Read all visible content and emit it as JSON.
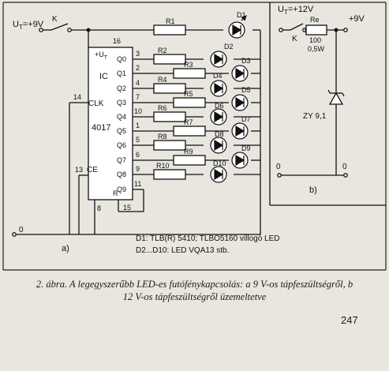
{
  "schematic_a": {
    "supply_label": "U",
    "supply_sub": "T",
    "supply_value": "=+9V",
    "switch_label": "K",
    "ic_supply_label": "+U",
    "ic_supply_sub": "T",
    "ic_label": "IC",
    "ic_part": "4017",
    "clk_label": "CLK",
    "ce_label": "CE",
    "reset_label": "R",
    "pins": {
      "vdd": "16",
      "q0": "3",
      "q1": "2",
      "q2": "4",
      "q3": "7",
      "q4": "10",
      "q5": "1",
      "q6": "5",
      "q7": "6",
      "q8": "9",
      "q9": "11",
      "clk": "14",
      "ce": "13",
      "gnd": "8",
      "reset": "15"
    },
    "outputs": [
      "Q0",
      "Q1",
      "Q2",
      "Q3",
      "Q4",
      "Q5",
      "Q6",
      "Q7",
      "Q8",
      "Q9"
    ],
    "resistors": [
      "R1",
      "R2",
      "R3",
      "R4",
      "R5",
      "R6",
      "R7",
      "R8",
      "R9",
      "R10"
    ],
    "leds": [
      "D1",
      "D2",
      "D3",
      "D4",
      "D5",
      "D6",
      "D7",
      "D8",
      "D9",
      "D10"
    ],
    "ground_label": "0",
    "panel_label": "a)",
    "legend_line1": "D1: TLB(R) 5410; TLBO5160  villogó LED",
    "legend_line2": "D2...D10: LED  VQA13 stb."
  },
  "schematic_b": {
    "supply_label": "U",
    "supply_sub": "T",
    "supply_value": "=+12V",
    "switch_label": "K",
    "resistor_label": "Re",
    "resistor_value": "100",
    "resistor_power": "0,5W",
    "output_label": "+9V",
    "zener_label": "ZY 9,1",
    "ground_left": "0",
    "ground_right": "0",
    "panel_label": "b)"
  },
  "caption": {
    "line1": "2. ábra. A legegyszerűbb LED-es futófénykapcsolás: a 9 V-os tápfeszültségről, b",
    "line2": "12 V-os tápfeszültségről üzemeltetve"
  },
  "page_number": "247"
}
